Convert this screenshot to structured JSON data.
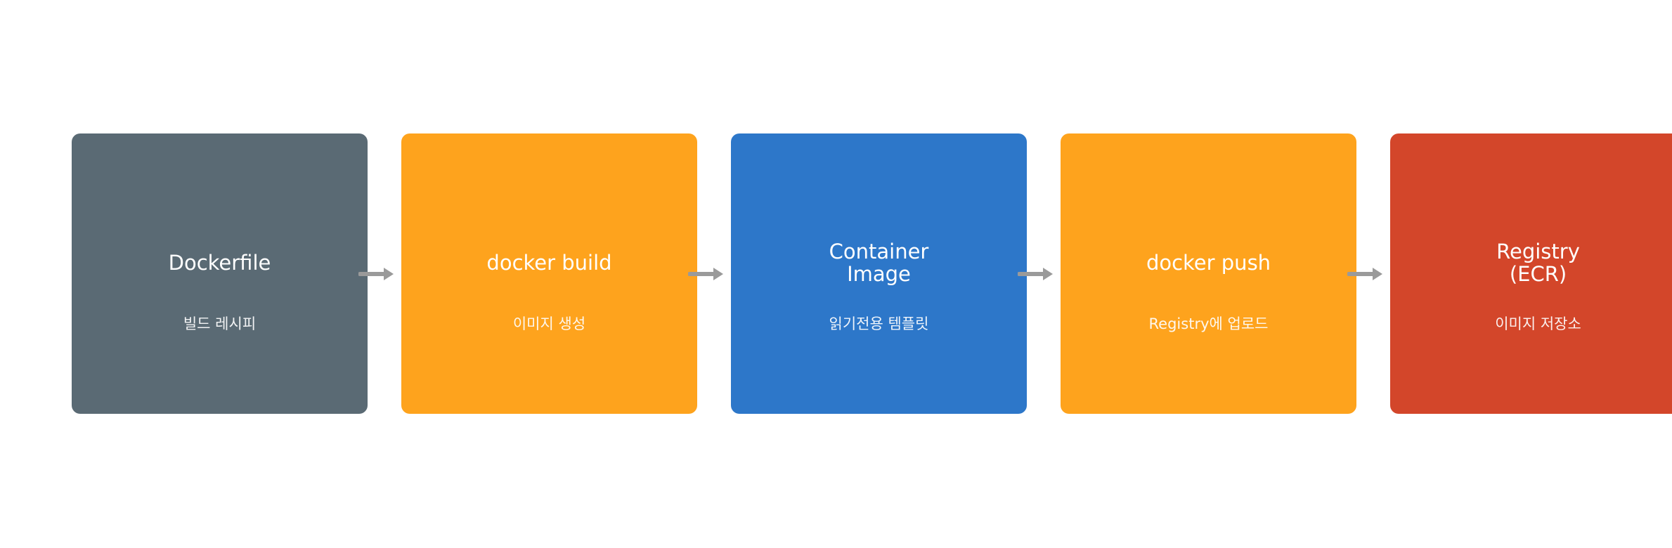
{
  "colors": {
    "slate": "#5a6a74",
    "orange": "#fea31d",
    "blue": "#2d77c9",
    "red": "#d3462a",
    "arrow": "#9a9a9a"
  },
  "steps": [
    {
      "title": "Dockerfile",
      "subtitle": "빌드 레시피",
      "color": "slate"
    },
    {
      "title": "docker build",
      "subtitle": "이미지 생성",
      "color": "orange"
    },
    {
      "title": "Container\nImage",
      "subtitle": "읽기전용 템플릿",
      "color": "blue"
    },
    {
      "title": "docker push",
      "subtitle": "Registry에 업로드",
      "color": "orange"
    },
    {
      "title": "Registry\n(ECR)",
      "subtitle": "이미지 저장소",
      "color": "red"
    }
  ]
}
